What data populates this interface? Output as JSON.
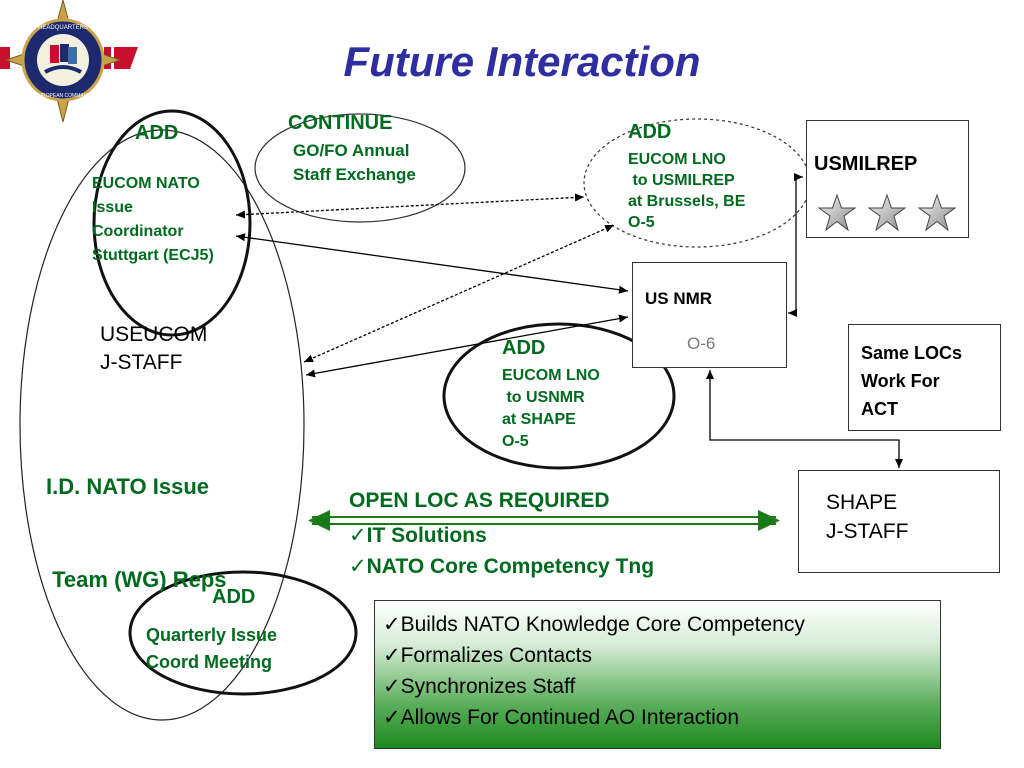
{
  "slide": {
    "title": "Future Interaction",
    "logo": {
      "icon": "eucom-headquarters-emblem",
      "text": "HEADQUARTERS United States European Command"
    },
    "colors": {
      "title": "#2e2ea0",
      "green_text": "#006b1f",
      "box_gradient_end": "#1c8a1c"
    }
  },
  "add_ecj5": {
    "header": "ADD",
    "lines": [
      "EUCOM NATO",
      "Issue",
      "Coordinator",
      "Stuttgart (ECJ5)"
    ]
  },
  "useucom": {
    "lines": [
      "USEUCOM",
      "J-STAFF"
    ]
  },
  "id_nato": {
    "lines": [
      "I.D. NATO Issue",
      " Team (WG) Reps"
    ]
  },
  "continue": {
    "header": "CONTINUE",
    "lines": [
      "GO/FO Annual",
      "Staff Exchange"
    ]
  },
  "add_usmilrep_lno": {
    "header": "ADD",
    "lines": [
      "EUCOM LNO",
      " to USMILREP",
      "at Brussels, BE",
      "O-5"
    ]
  },
  "usmilrep": {
    "label": "USMILREP",
    "star_icon": "star-icon"
  },
  "us_nmr": {
    "label": "US NMR",
    "grade": "O-6"
  },
  "add_usnmr_lno": {
    "header": "ADD",
    "lines": [
      "EUCOM LNO",
      " to USNMR",
      "at SHAPE",
      "O-5"
    ]
  },
  "same_locs": {
    "lines": [
      "Same LOCs",
      "Work For",
      "ACT"
    ]
  },
  "shape": {
    "lines": [
      "SHAPE",
      "J-STAFF"
    ]
  },
  "open_loc": {
    "header": "OPEN LOC AS REQUIRED",
    "items": [
      "IT Solutions",
      "NATO Core Competency Tng"
    ]
  },
  "add_quarterly": {
    "header": "ADD",
    "lines": [
      "Quarterly Issue",
      "Coord Meeting"
    ]
  },
  "benefits": {
    "items": [
      "Builds NATO Knowledge Core Competency",
      "Formalizes Contacts",
      "Synchronizes Staff",
      "Allows For Continued AO Interaction"
    ]
  }
}
